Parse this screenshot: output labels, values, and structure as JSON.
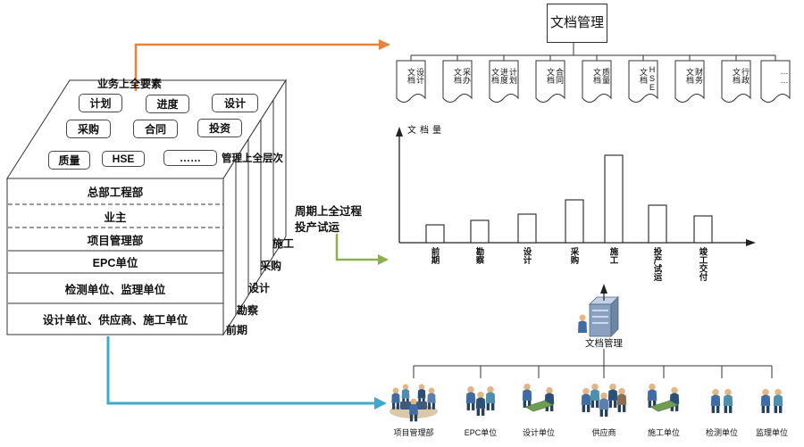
{
  "colors": {
    "arrow_orange": "#E8833A",
    "arrow_green": "#8CB04F",
    "arrow_blue": "#3FA9CB",
    "line": "#333333"
  },
  "cube": {
    "top_label": "业务上全要素",
    "element_tags": [
      "计划",
      "进度",
      "设计",
      "采购",
      "合同",
      "投资",
      "质量",
      "HSE",
      "……"
    ],
    "right_label": "管理上全层次",
    "level_rows": [
      "总部工程部",
      "业主",
      "项目管理部",
      "EPC单位",
      "检测单位、监理单位",
      "设计单位、供应商、施工单位"
    ],
    "phase_labels": [
      "施工",
      "采购",
      "设计",
      "勘察",
      "前期"
    ],
    "cycle_label_1": "周期上全过程",
    "cycle_label_2": "投产试运"
  },
  "doc_tree": {
    "root": "文档管理",
    "documents": [
      "设计文档",
      "采办文档",
      "计划进度文档",
      "合同文档",
      "质量文档",
      "HSE文档",
      "财务文档",
      "行政文档",
      "……"
    ]
  },
  "chart_data": {
    "type": "bar",
    "title": "",
    "ylabel": "文档量",
    "xlabel": "",
    "categories": [
      "前期",
      "勘察",
      "设计",
      "采购",
      "施工",
      "投产试运",
      "竣工交付"
    ],
    "values": [
      20,
      25,
      32,
      48,
      98,
      42,
      30
    ],
    "ylim": [
      0,
      120
    ],
    "grid": false,
    "legend": "none"
  },
  "org_chart": {
    "root": "文档管理",
    "nodes": [
      {
        "label": "项目管理部",
        "icon": "meeting-people-icon"
      },
      {
        "label": "EPC单位",
        "icon": "standing-people-icon"
      },
      {
        "label": "设计单位",
        "icon": "desk-people-icon"
      },
      {
        "label": "供应商",
        "icon": "standing-people-icon"
      },
      {
        "label": "施工单位",
        "icon": "desk-people-icon"
      },
      {
        "label": "检测单位",
        "icon": "standing-people-icon"
      },
      {
        "label": "监理单位",
        "icon": "standing-people-icon"
      }
    ]
  }
}
